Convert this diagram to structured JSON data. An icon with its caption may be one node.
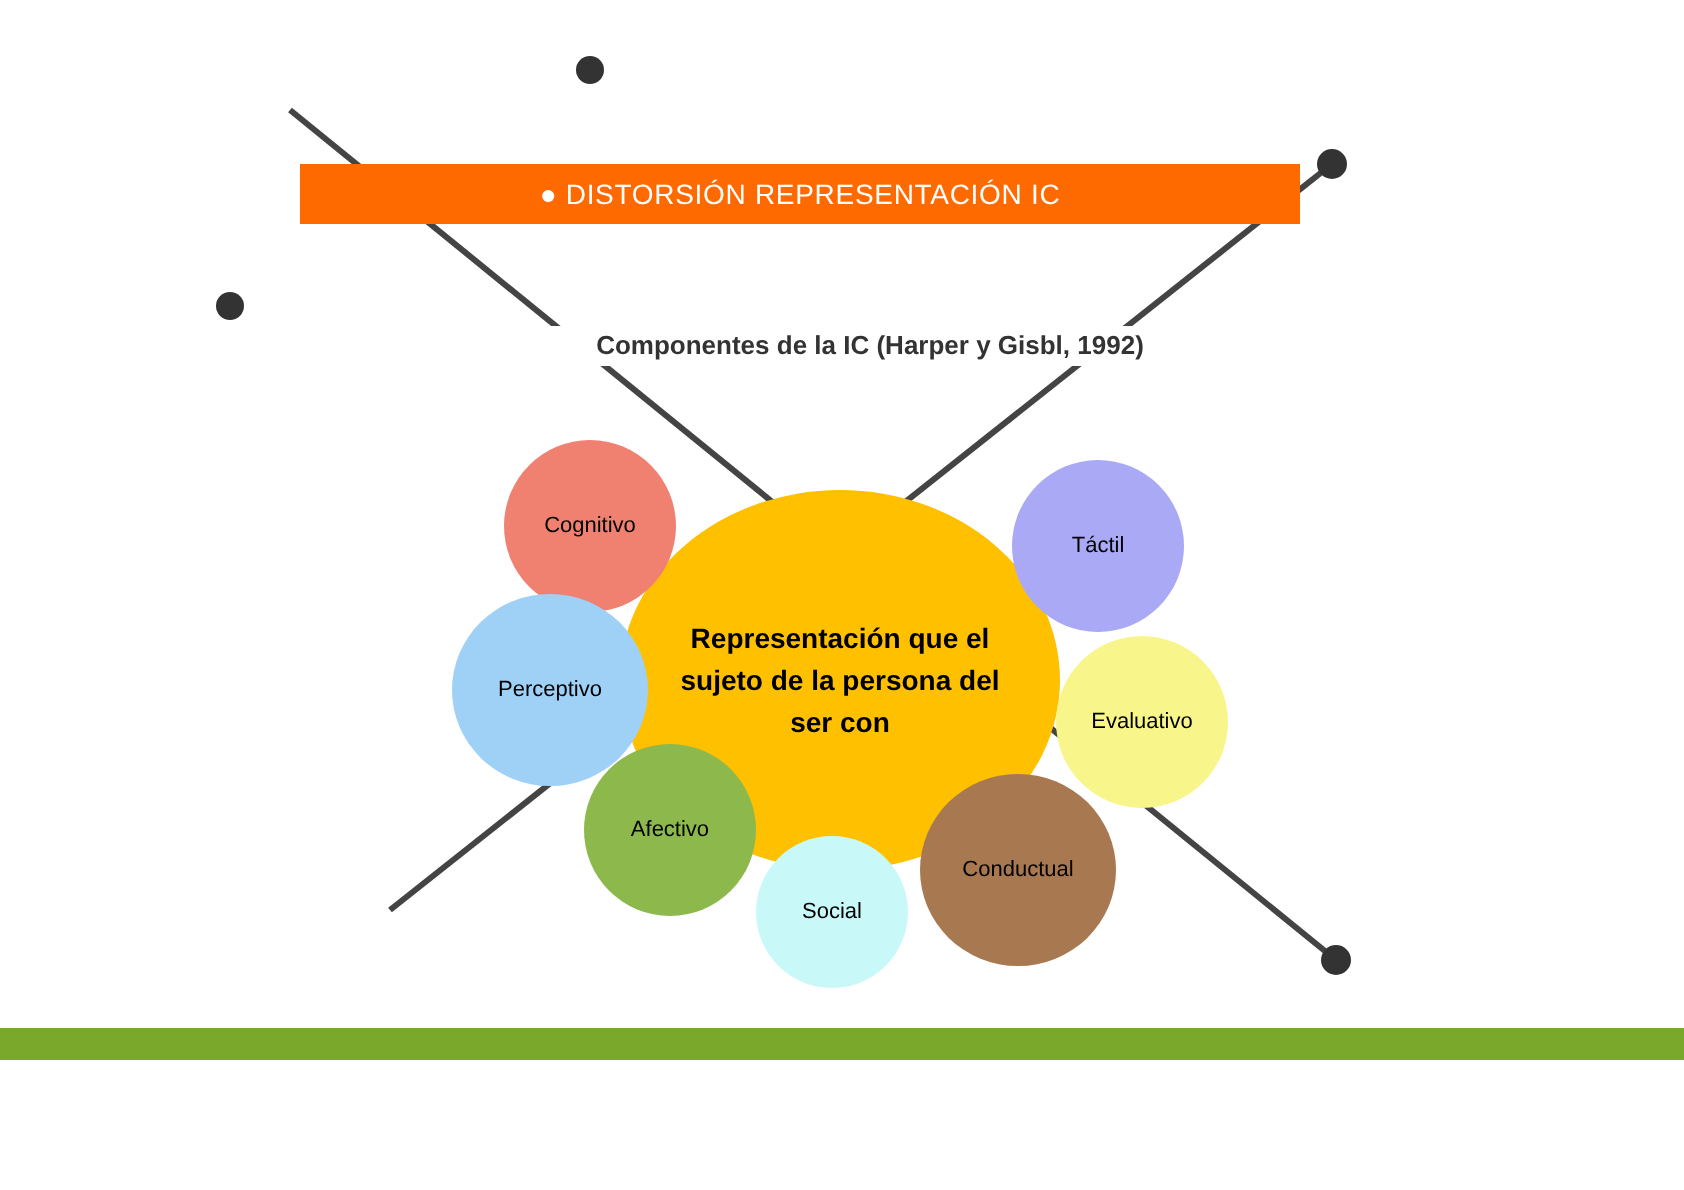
{
  "diagram": {
    "title": "Componentes de la IC (Harper y Gisbl, 1992)",
    "nodes": [
      {
        "text": [
          "● DISTORSIÓN REPRESENTACIÓN IC"
        ]
      },
      {
        "text": [
          "Representación que el sujeto de la persona del ser con"
        ]
      },
      {
        "text": [
          "Cognitivo"
        ]
      },
      {
        "text": [
          "Táctil"
        ]
      },
      {
        "text": [
          "Perceptivo"
        ]
      },
      {
        "text": [
          "Evaluativo"
        ]
      },
      {
        "text": [
          "Afectivo"
        ]
      },
      {
        "text": [
          "Social"
        ]
      },
      {
        "text": [
          "Conductual"
        ]
      },
      {
        "text": [],
        "shape": "bar"
      }
    ]
  }
}
